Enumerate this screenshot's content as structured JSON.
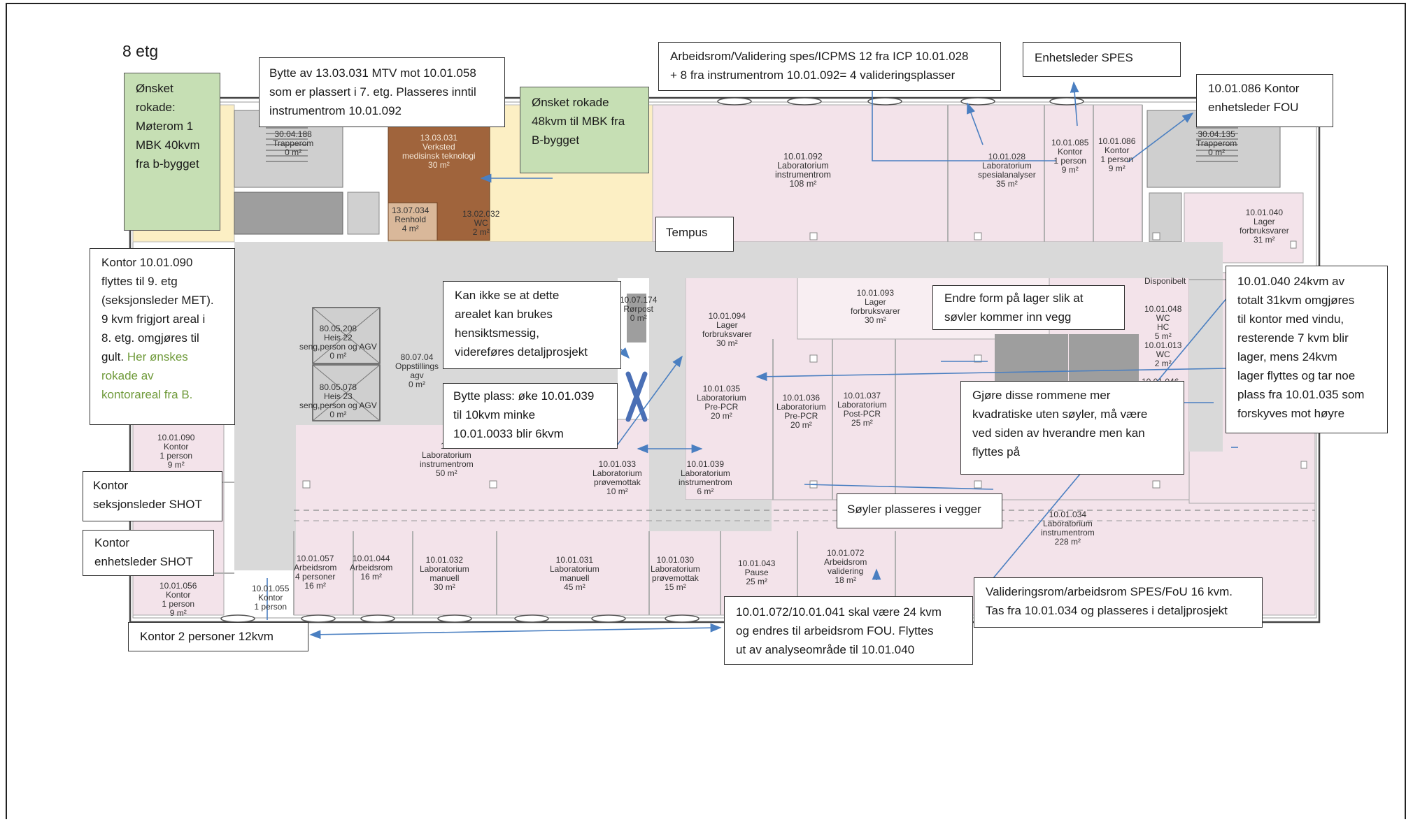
{
  "floor_title": "8 etg",
  "rooms": {
    "r_13_04_188": "30.04.188\nTrapperom\n0 m²",
    "r_13_03_031": "13.03.031\nVerksted\nmedisinsk teknologi\n30 m²",
    "r_13_07_034": "13.07.034\nRenhold\n4 m²",
    "r_13_02_032": "13.02.032\nWC\n2 m²",
    "r_10_01_092": "10.01.092\nLaboratorium\ninstrumentrom\n108 m²",
    "r_10_01_028": "10.01.028\nLaboratorium\nspesialanalyser\n35 m²",
    "r_10_01_085": "10.01.085\nKontor\n1 person\n9 m²",
    "r_10_01_086": "10.01.086\nKontor\n1 person\n9 m²",
    "r_trapperom_east": "30.04.135\nTrapperom\n0 m²",
    "r_10_01_040": "10.01.040\nLager\nforbruksvarer\n31 m²",
    "r_disponibelt": "Disponibelt",
    "r_10_01_048": "10.01.048\nWC\nHC\n5 m²",
    "r_10_01_013": "10.01.013\nWC\n2 m²",
    "r_10_01_046": "10.01.046",
    "r_80_07_174": "10.07.174\nRørpost\n0 m²",
    "r_10_01_094": "10.01.094\nLager\nforbruksvarer\n30 m²",
    "r_10_01_093": "10.01.093\nLager\nforbruksvarer\n30 m²",
    "r_80_05_208": "80.05.208\nHeis 22\nseng,person og AGV\n0 m²",
    "r_80_05_078": "80.05.078\nHeis 23\nseng,person og AGV\n0 m²",
    "r_80_07_04": "80.07.04\nOppstillings\nagv\n0 m²",
    "r_10_01_035": "10.01.035\nLaboratorium\nPre-PCR\n20 m²",
    "r_10_01_036": "10.01.036\nLaboratorium\nPre-PCR\n20 m²",
    "r_10_01_037": "10.01.037\nLaboratorium\nPost-PCR\n25 m²",
    "r_10_01_090": "10.01.090\nKontor\n1 person\n9 m²",
    "r_10_lab_instr_50": "10.\nLaboratorium\ninstrumentrom\n50 m²",
    "r_10_01_033": "10.01.033\nLaboratorium\nprøvemottak\n10 m²",
    "r_10_01_039": "10.01.039\nLaboratorium\ninstrumentrom\n6 m²",
    "r_10_01_034": "10.01.034\nLaboratorium\ninstrumentrom\n228 m²",
    "r_10_01_057": "10.01.057\nArbeidsrom\n4 personer\n16 m²",
    "r_10_01_044": "10.01.044\nArbeidsrom\n16 m²",
    "r_10_01_032": "10.01.032\nLaboratorium\nmanuell\n30 m²",
    "r_10_01_031": "10.01.031\nLaboratorium\nmanuell\n45 m²",
    "r_10_01_030": "10.01.030\nLaboratorium\nprøvemottak\n15 m²",
    "r_10_01_043": "10.01.043\nPause\n25 m²",
    "r_10_01_072": "10.01.072\nArbeidsrom\nvalidering\n18 m²",
    "r_10_01_056": "10.01.056\nKontor\n1 person\n9 m²",
    "r_10_01_055": "10.01.055\nKontor\n1 person"
  },
  "callouts": {
    "onsket_rokade_moterom": "Ønsket\nrokade:\nMøterom 1\nMBK 40kvm\nfra b-bygget",
    "bytte_13_03_031": "Bytte av 13.03.031 MTV mot 10.01.058\nsom er plassert i 7. etg. Plasseres inntil\ninstrumentrom 10.01.092",
    "onsket_rokade_48": "Ønsket rokade\n48kvm til MBK fra\nB-bygget",
    "arbeidsrom_validering": "Arbeidsrom/Validering spes/ICPMS 12 fra ICP 10.01.028\n+ 8 fra instrumentrom 10.01.092= 4 valideringsplasser",
    "enhetsleder_spes": "Enhetsleder SPES",
    "kontor_10_01_086": "10.01.086 Kontor\nenhetsleder FOU",
    "tempus": "Tempus",
    "kontor_10_01_090_main": "Kontor 10.01.090\nflyttes til 9. etg\n(seksjonsleder MET).\n9 kvm frigjort areal i\n8. etg. omgjøres til\ngult. ",
    "kontor_10_01_090_highlight": "Her ønskes\nrokade av\nkontorareal fra B.",
    "kan_ikke_se": "Kan ikke se at dette\narealet kan brukes\nhensiktsmessig,\nvidereføres detaljprosjekt",
    "bytte_plass": "Bytte plass: øke 10.01.039\ntil 10kvm minke\n10.01.0033 blir 6kvm",
    "endre_form": "Endre form på lager slik at\nsøvler kommer inn vegg",
    "gjore_rommene": "Gjøre disse rommene mer\nkvadratiske uten søyler, må være\nved siden av hverandre men kan\nflyttes på",
    "lager_10_01_040": "10.01.040 24kvm av\ntotalt 31kvm omgjøres\ntil kontor med vindu,\nresterende 7 kvm blir\nlager, mens 24kvm\nlager flyttes og tar noe\nplass fra 10.01.035 som\nforskyves mot høyre",
    "soyler": "Søyler plasseres i vegger",
    "kontor_seksjonsleder": "Kontor\nseksjonsleder SHOT",
    "kontor_enhetsleder": "Kontor\nenhetsleder SHOT",
    "kontor_2_personer": "Kontor 2 personer 12kvm",
    "arbeidsrom_fou": "10.01.072/10.01.041 skal være 24 kvm\nog endres til arbeidsrom FOU. Flyttes\nut av analyseområde til 10.01.040",
    "valideringsrom": "Valideringsrom/arbeidsrom SPES/FoU 16 kvm.\nTas fra 10.01.034 og plasseres i detaljprosjekt"
  },
  "colors": {
    "lab_pink": "#f3e3ea",
    "corridor_gray": "#d9d9d9",
    "yellow_area": "#fcefc4",
    "workshop_brown": "#a0643c",
    "green_note": "#c6dfb4",
    "arrow_blue": "#4a7fc1",
    "marker_blue": "#4a6fb5"
  }
}
